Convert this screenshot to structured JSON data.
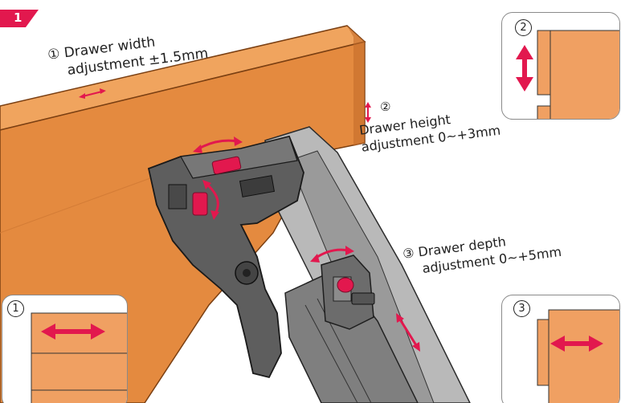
{
  "step": {
    "number": "1",
    "color": "#e2184e"
  },
  "labels": {
    "width_line1": "① Drawer width",
    "width_line2": "adjustment ±1.5mm",
    "height_marker": "②",
    "height_line1": "Drawer height",
    "height_line2": "adjustment 0~+3mm",
    "depth_line1": "③ Drawer depth",
    "depth_line2": "adjustment 0~+5mm"
  },
  "insets": {
    "two": {
      "number": "2"
    },
    "one": {
      "number": "1"
    },
    "three": {
      "number": "3"
    }
  },
  "colors": {
    "wood_front": "#e48a3f",
    "wood_top": "#f0a45e",
    "wood_side": "#c46d2a",
    "rail": "#8d8d8d",
    "clip": "#5e5e5e",
    "accent": "#e2184e",
    "inset_panel": "#f0a062"
  }
}
